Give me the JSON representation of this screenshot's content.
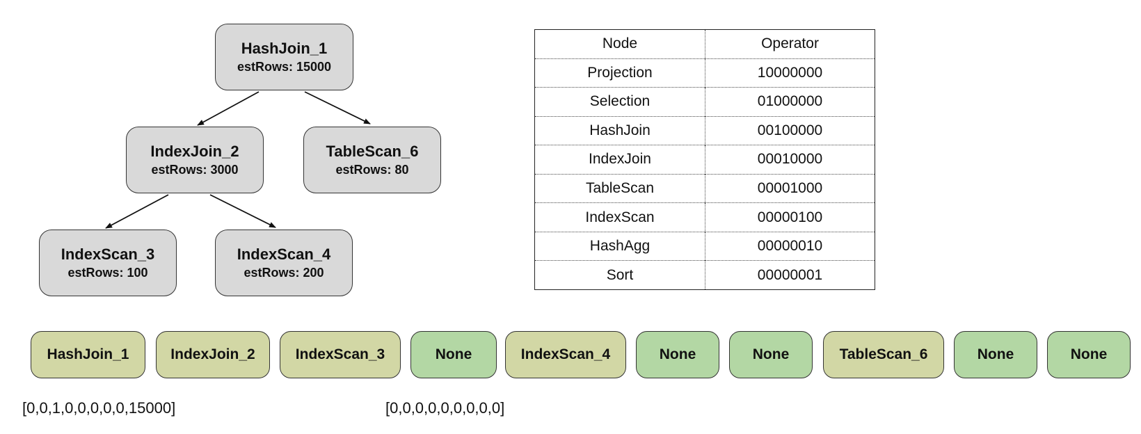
{
  "tree": {
    "nodes": [
      {
        "id": "hashjoin-1",
        "name": "HashJoin_1",
        "est_rows": "estRows: 15000"
      },
      {
        "id": "indexjoin-2",
        "name": "IndexJoin_2",
        "est_rows": "estRows: 3000"
      },
      {
        "id": "tablescan-6",
        "name": "TableScan_6",
        "est_rows": "estRows: 80"
      },
      {
        "id": "indexscan-3",
        "name": "IndexScan_3",
        "est_rows": "estRows: 100"
      },
      {
        "id": "indexscan-4",
        "name": "IndexScan_4",
        "est_rows": "estRows: 200"
      }
    ],
    "edges": [
      {
        "from": "HashJoin_1",
        "to": "IndexJoin_2"
      },
      {
        "from": "HashJoin_1",
        "to": "TableScan_6"
      },
      {
        "from": "IndexJoin_2",
        "to": "IndexScan_3"
      },
      {
        "from": "IndexJoin_2",
        "to": "IndexScan_4"
      }
    ]
  },
  "table": {
    "headers": [
      "Node",
      "Operator"
    ],
    "rows": [
      [
        "Projection",
        "10000000"
      ],
      [
        "Selection",
        "01000000"
      ],
      [
        "HashJoin",
        "00100000"
      ],
      [
        "IndexJoin",
        "00010000"
      ],
      [
        "TableScan",
        "00001000"
      ],
      [
        "IndexScan",
        "00000100"
      ],
      [
        "HashAgg",
        "00000010"
      ],
      [
        "Sort",
        "00000001"
      ]
    ]
  },
  "sequence": [
    {
      "label": "HashJoin_1",
      "kind": "filled"
    },
    {
      "label": "IndexJoin_2",
      "kind": "filled"
    },
    {
      "label": "IndexScan_3",
      "kind": "filled"
    },
    {
      "label": "None",
      "kind": "empty"
    },
    {
      "label": "IndexScan_4",
      "kind": "filled"
    },
    {
      "label": "None",
      "kind": "empty"
    },
    {
      "label": "None",
      "kind": "empty"
    },
    {
      "label": "TableScan_6",
      "kind": "filled"
    },
    {
      "label": "None",
      "kind": "empty"
    },
    {
      "label": "None",
      "kind": "empty"
    }
  ],
  "vectors": [
    "[0,0,1,0,0,0,0,0,15000]",
    "[0,0,0,0,0,0,0,0,0]"
  ],
  "colors": {
    "tree_node": "#d9d9d9",
    "seq_filled": "#d2d7a5",
    "seq_empty": "#b3d7a4"
  }
}
